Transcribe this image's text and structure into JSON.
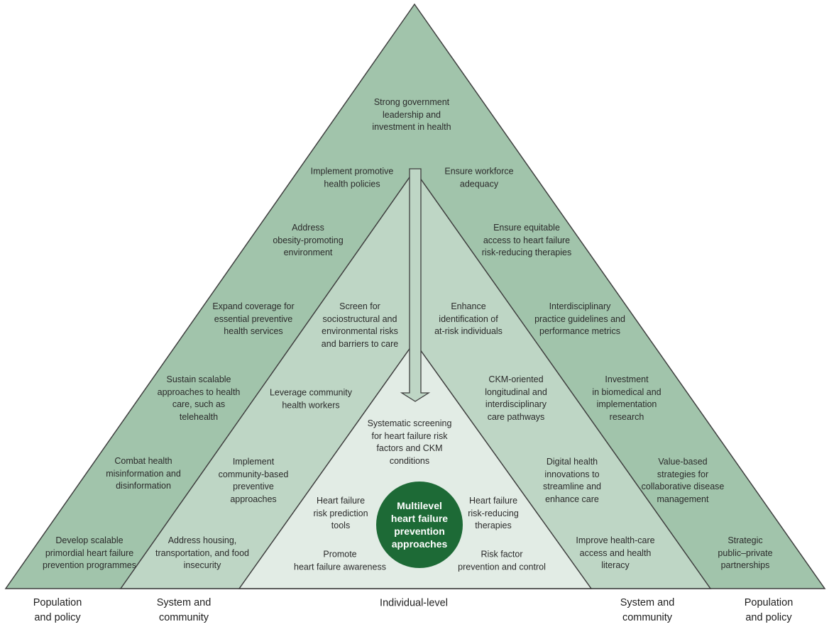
{
  "colors": {
    "outer_layer": "#a1c4ab",
    "middle_layer": "#bed6c5",
    "inner_layer": "#e2ece5",
    "outline": "#3f3f3f",
    "center_badge": "#1d6a36",
    "center_text": "#ffffff"
  },
  "center": {
    "title": "Multilevel\nheart failure\nprevention\napproaches"
  },
  "top": {
    "government": "Strong government\nleadership and\ninvestment in health"
  },
  "outer_left": {
    "promotive": "Implement promotive\nhealth policies",
    "obesity": "Address\nobesity-promoting\nenvironment",
    "coverage": "Expand coverage for\nessential preventive\nhealth services",
    "telehealth": "Sustain scalable\napproaches to health\ncare, such as\ntelehealth",
    "misinformation": "Combat health\nmisinformation and\ndisinformation",
    "primordial": "Develop scalable\nprimordial heart failure\nprevention programmes"
  },
  "outer_right": {
    "workforce": "Ensure workforce\nadequacy",
    "equitable": "Ensure equitable\naccess to heart failure\nrisk-reducing therapies",
    "guidelines": "Interdisciplinary\npractice guidelines and\nperformance metrics",
    "investment": "Investment\nin biomedical and\nimplementation\nresearch",
    "value_based": "Value-based\nstrategies for\ncollaborative disease\nmanagement",
    "partnerships": "Strategic\npublic–private\npartnerships"
  },
  "middle_left": {
    "screen": "Screen for\nsociostructural and\nenvironmental risks\nand barriers to care",
    "chw": "Leverage community\nhealth workers",
    "community": "Implement\ncommunity-based\npreventive\napproaches",
    "housing": "Address housing,\ntransportation, and food\ninsecurity"
  },
  "middle_right": {
    "identification": "Enhance\nidentification of\nat-risk individuals",
    "ckm": "CKM-oriented\nlongitudinal and\ninterdisciplinary\ncare pathways",
    "digital": "Digital health\ninnovations to\nstreamline and\nenhance care",
    "access": "Improve health-care\naccess and health\nliteracy"
  },
  "inner": {
    "screening": "Systematic screening\nfor heart failure risk\nfactors and CKM\nconditions",
    "prediction": "Heart failure\nrisk prediction\ntools",
    "therapies": "Heart failure\nrisk-reducing\ntherapies",
    "awareness": "Promote\nheart failure awareness",
    "control": "Risk factor\nprevention and control"
  },
  "footer": {
    "left_population": "Population\nand policy",
    "left_system": "System and\ncommunity",
    "individual": "Individual-level",
    "right_system": "System and\ncommunity",
    "right_population": "Population\nand policy"
  }
}
